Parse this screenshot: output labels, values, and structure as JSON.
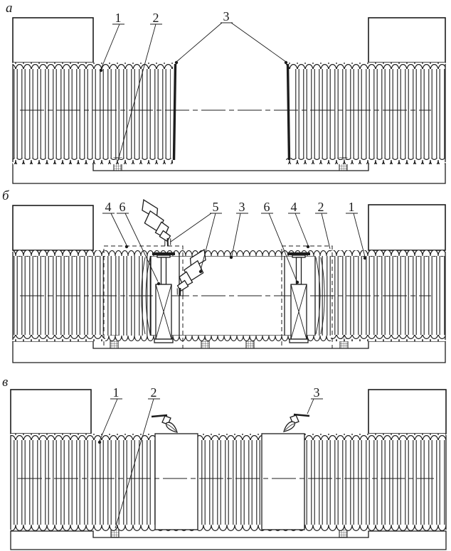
{
  "figure": {
    "background": "#ffffff",
    "ink": "#1c1c1c",
    "panels": [
      {
        "letter": "а",
        "callouts": [
          "1",
          "2",
          "3"
        ]
      },
      {
        "letter": "б",
        "callouts": [
          "4",
          "6",
          "5",
          "3",
          "6",
          "4",
          "2",
          "1"
        ]
      },
      {
        "letter": "в",
        "callouts": [
          "1",
          "2",
          "3"
        ]
      }
    ]
  }
}
